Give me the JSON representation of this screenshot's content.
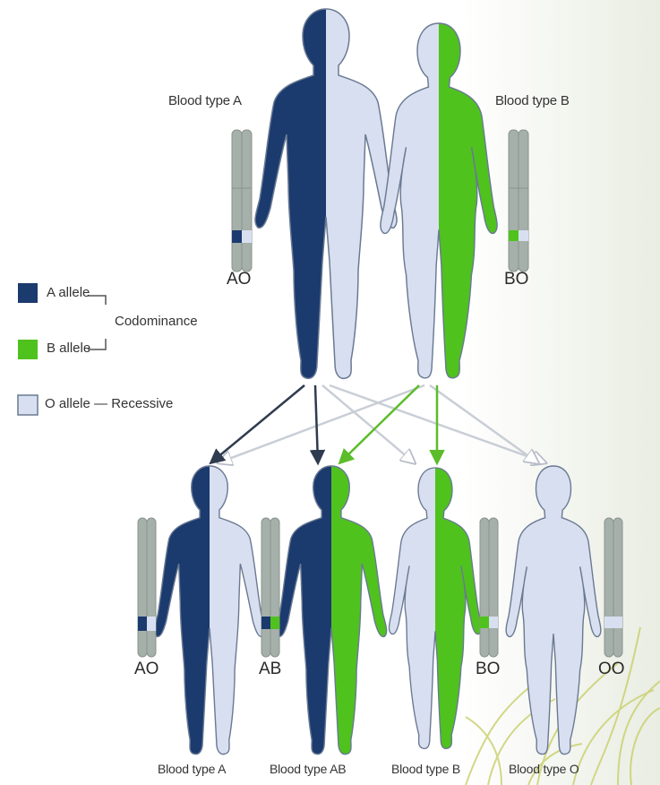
{
  "parents": {
    "left": {
      "label": "Blood type A",
      "genotype": "AO"
    },
    "right": {
      "label": "Blood type B",
      "genotype": "BO"
    }
  },
  "legend": [
    {
      "label": "A allele",
      "color": "#1b3a6e"
    },
    {
      "label": "B allele",
      "color": "#4fc21e"
    },
    {
      "label": "O allele — Recessive",
      "color": "#d8dff0"
    }
  ],
  "legend_group": "Codominance",
  "children": [
    {
      "genotype": "AO",
      "label": "Blood type A"
    },
    {
      "genotype": "AB",
      "label": "Blood type AB"
    },
    {
      "genotype": "BO",
      "label": "Blood type B"
    },
    {
      "genotype": "OO",
      "label": "Blood type O"
    }
  ],
  "colors": {
    "a_allele": "#1b3a6e",
    "b_allele": "#4fc21e",
    "o_allele": "#d8dff0",
    "outline": "#6a7a92",
    "chromosome": "#9aa6a0",
    "arrow_a": "#2f3b4e",
    "arrow_b": "#5cbc2a",
    "arrow_o": "#c9ced6"
  }
}
